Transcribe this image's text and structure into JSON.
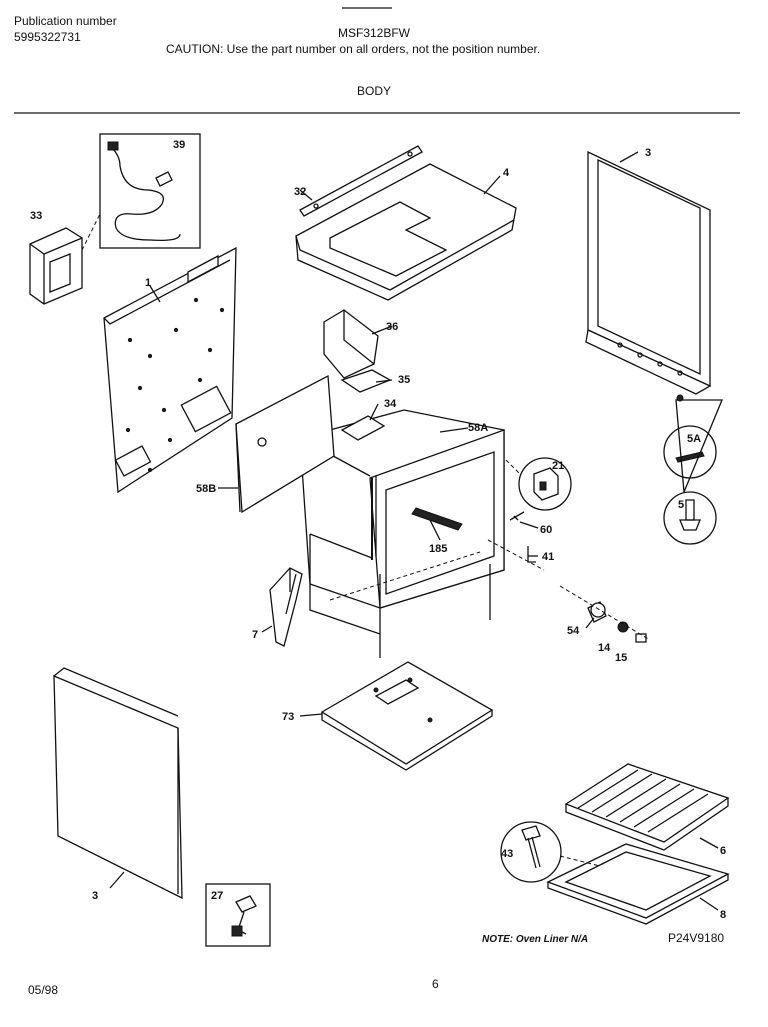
{
  "header": {
    "publication_label": "Publication number",
    "publication_number": "5995322731",
    "model": "MSF312BFW",
    "caution": "CAUTION:  Use the part number on all orders, not the position number.",
    "section_title": "BODY"
  },
  "footer": {
    "date": "05/98",
    "page": "6"
  },
  "diagram": {
    "callouts": [
      "39",
      "33",
      "32",
      "4",
      "3",
      "1",
      "36",
      "35",
      "34",
      "58A",
      "21",
      "5A",
      "58B",
      "60",
      "185",
      "41",
      "5",
      "7",
      "54",
      "14",
      "15",
      "73",
      "3",
      "43",
      "6",
      "27",
      "8"
    ],
    "note": "NOTE: Oven Liner N/A",
    "drawing_code": "P24V9180"
  }
}
